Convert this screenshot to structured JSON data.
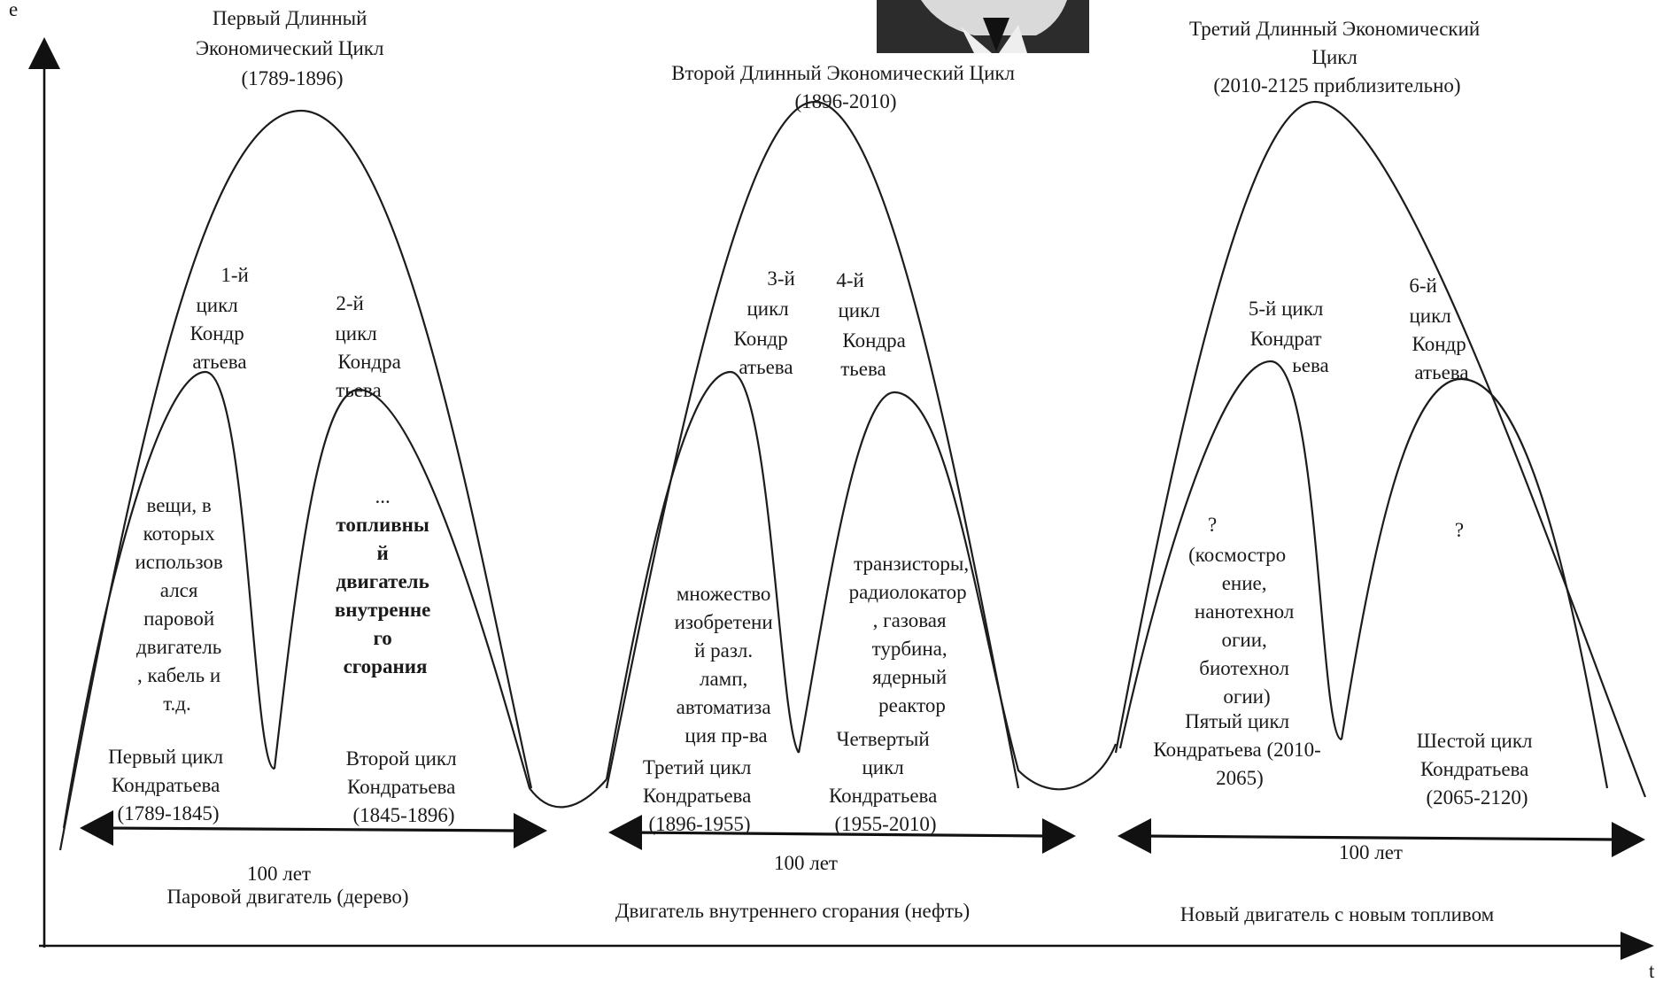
{
  "axes": {
    "y_label": "e",
    "x_label": "t"
  },
  "long_cycles": [
    {
      "title": [
        "Первый Длинный",
        "Экономический Цикл",
        "(1789-1896)"
      ],
      "span": "100 лет",
      "engine": "Паровой двигатель (дерево)"
    },
    {
      "title": [
        "Второй Длинный Экономический Цикл",
        "(1896-2010)"
      ],
      "span": "100 лет",
      "engine": "Двигатель внутреннего сгорания (нефть)"
    },
    {
      "title": [
        "Третий Длинный Экономический",
        "Цикл",
        "(2010-2125 приблизительно)"
      ],
      "span": "100 лет",
      "engine": "Новый двигатель с новым топливом"
    }
  ],
  "kondratiev_cycles": [
    {
      "number": [
        "1-й",
        "цикл",
        "Кондр",
        "атьева"
      ],
      "content": [
        "вещи, в",
        "которых",
        "использов",
        "ался",
        "паровой",
        "двигатель",
        ", кабель и",
        "т.д."
      ],
      "name": [
        "Первый цикл",
        "Кондратьева",
        "(1789-1845)"
      ]
    },
    {
      "number": [
        "2-й",
        "цикл",
        "Кондра",
        "тьева"
      ],
      "content": [
        "...",
        "топливны",
        "й",
        "двигатель",
        "внутренне",
        "го",
        "сгорания"
      ],
      "name": [
        "Второй цикл",
        "Кондратьева",
        "(1845-1896)"
      ]
    },
    {
      "number": [
        "3-й",
        "цикл",
        "Кондр",
        "атьева"
      ],
      "content": [
        "множество",
        "изобретени",
        "й разл.",
        "ламп,",
        "автоматиза",
        "ция пр-ва"
      ],
      "name": [
        "Третий цикл",
        "Кондратьева",
        "(1896-1955)"
      ]
    },
    {
      "number": [
        "4-й",
        "цикл",
        "Кондра",
        "тьева"
      ],
      "content": [
        "транзисторы,",
        "радиолокатор",
        ", газовая",
        "турбина,",
        "ядерный",
        "реактор"
      ],
      "name": [
        "Четвертый",
        "цикл",
        "Кондратьева",
        "(1955-2010)"
      ]
    },
    {
      "number": [
        "5-й цикл",
        "Кондрат",
        "ьева"
      ],
      "content": [
        "?",
        "(космостро",
        "ение,",
        "нанотехнол",
        "огии,",
        "биотехнол",
        "огии)"
      ],
      "name": [
        "Пятый цикл",
        "Кондратьева (2010-",
        "2065)"
      ]
    },
    {
      "number": [
        "6-й",
        "цикл",
        "Кондр",
        "атьева"
      ],
      "content": [
        "?"
      ],
      "name": [
        "Шестой цикл",
        "Кондратьева",
        "(2065-2120)"
      ]
    }
  ],
  "colors": {
    "ink": "#1a1a1a",
    "background": "#ffffff",
    "photo": "#2a2a2a"
  }
}
